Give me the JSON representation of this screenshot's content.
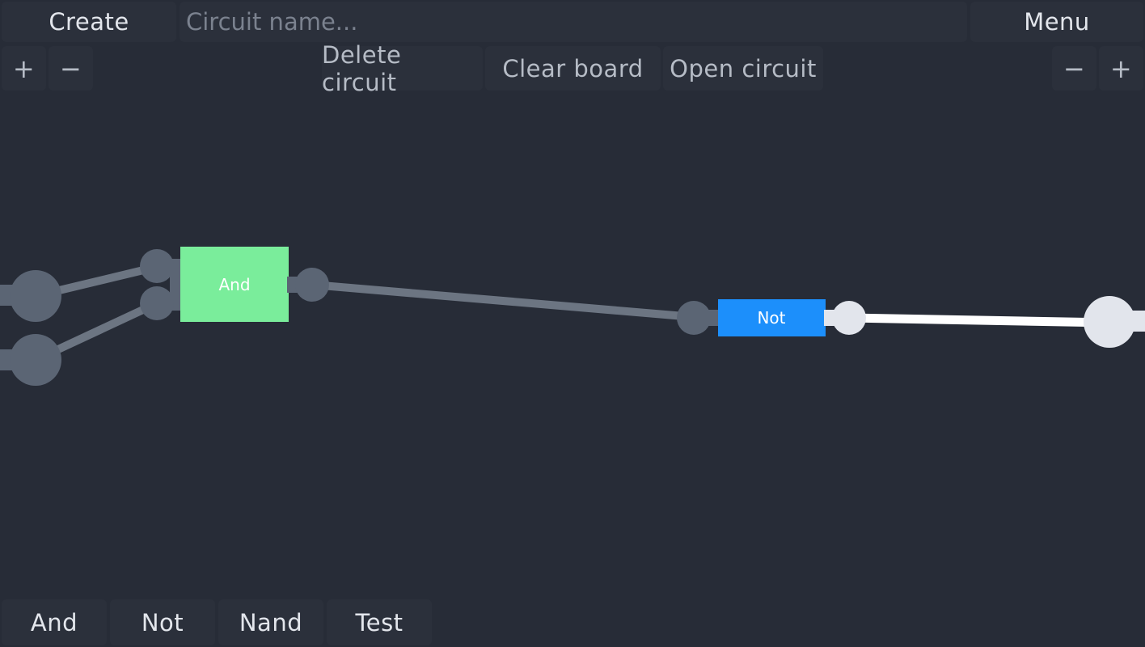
{
  "toolbar": {
    "create_label": "Create",
    "name_placeholder": "Circuit name...",
    "name_value": "",
    "menu_label": "Menu",
    "zoom_in_left": "+",
    "zoom_out_left": "−",
    "delete_label": "Delete circuit",
    "clear_label": "Clear board",
    "open_label": "Open circuit",
    "zoom_out_right": "−",
    "zoom_in_right": "+"
  },
  "gates": {
    "and_label": "And",
    "not_label": "Not"
  },
  "palette": [
    {
      "label": "And"
    },
    {
      "label": "Not"
    },
    {
      "label": "Nand"
    },
    {
      "label": "Test"
    }
  ],
  "colors": {
    "background": "#272c37",
    "panel": "#2b303b",
    "and_gate": "#7aed9b",
    "not_gate": "#1c8ffb",
    "wire_off": "#6c7582",
    "wire_on": "#ffffff",
    "pin_off": "#5b6574",
    "pin_on": "#e2e5ec"
  },
  "signals": {
    "input_a": "off",
    "input_b": "off",
    "and_output": "off",
    "not_output": "on"
  }
}
